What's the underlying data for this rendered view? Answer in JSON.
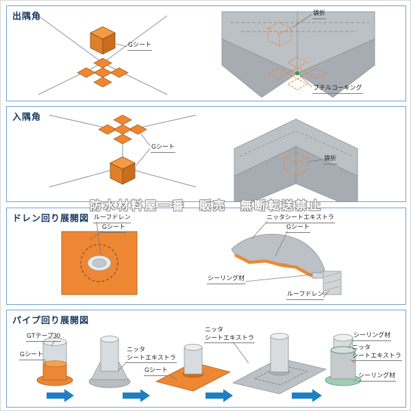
{
  "watermark": "防水材料屋一番　販売　無断転送禁止",
  "colors": {
    "panel_border": "#6f9fd0",
    "title_text": "#17375e",
    "sheet_orange": "#ed8733",
    "sheet_orange_edge": "#b35d15",
    "structure_gray_light": "#bcc1c6",
    "structure_gray_dark": "#a6acb2",
    "pipe_gray": "#d9dcdf",
    "leader_line": "#777777",
    "arrow_blue": "#1e7fc2",
    "caulking_green": "#2f9e52",
    "sealing_green": "#9fceb2"
  },
  "panel1": {
    "title": "出隅角",
    "labels": {
      "gsheet": "Gシート",
      "fukuroori": "袋折",
      "butyl": "ブチルコーキング"
    }
  },
  "panel2": {
    "title": "入隅角",
    "labels": {
      "gsheet": "Gシート",
      "fukuroori": "袋折"
    }
  },
  "panel3": {
    "title": "ドレン回り展開図",
    "labels": {
      "roof_drain_plan": "ルーフドレン",
      "gsheet_plan": "Gシート",
      "nitta_sheet": "ニッタシートエキストラ",
      "gsheet_section": "Gシート",
      "sealing": "シーリング材",
      "roof_drain_section": "ルーフドレン"
    }
  },
  "panel4": {
    "title": "パイプ回り展開図",
    "steps": {
      "step1_gt_tape": "GTテープ30",
      "step1_gsheet": "Gシート",
      "step2_nitta": "ニッタ\nシートエキストラ",
      "step3_gsheet": "Gシート",
      "step4_nitta": "ニッタ\nシートエキストラ",
      "step5_sealing_top": "シーリング材",
      "step5_nitta": "ニッタ\nシートエキストラ",
      "step5_sealing_bottom": "シーリング材"
    }
  }
}
